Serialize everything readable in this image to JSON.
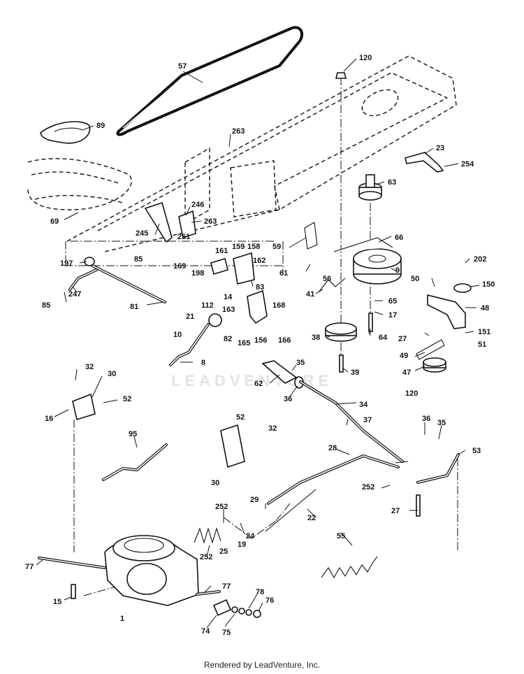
{
  "watermark": "LEADVENTURE",
  "footer": "Rendered by LeadVenture, Inc.",
  "callouts": [
    {
      "id": "57",
      "label": "57"
    },
    {
      "id": "120a",
      "label": "120"
    },
    {
      "id": "89",
      "label": "89"
    },
    {
      "id": "263a",
      "label": "263"
    },
    {
      "id": "23",
      "label": "23"
    },
    {
      "id": "254",
      "label": "254"
    },
    {
      "id": "63",
      "label": "63"
    },
    {
      "id": "69",
      "label": "69"
    },
    {
      "id": "246",
      "label": "246"
    },
    {
      "id": "263b",
      "label": "263"
    },
    {
      "id": "245",
      "label": "245"
    },
    {
      "id": "251",
      "label": "251"
    },
    {
      "id": "59",
      "label": "59"
    },
    {
      "id": "66",
      "label": "66"
    },
    {
      "id": "161",
      "label": "161"
    },
    {
      "id": "159",
      "label": "159"
    },
    {
      "id": "158",
      "label": "158"
    },
    {
      "id": "162",
      "label": "162"
    },
    {
      "id": "197",
      "label": "197"
    },
    {
      "id": "85a",
      "label": "85"
    },
    {
      "id": "169",
      "label": "169"
    },
    {
      "id": "198",
      "label": "198"
    },
    {
      "id": "61",
      "label": "61"
    },
    {
      "id": "56",
      "label": "56"
    },
    {
      "id": "9",
      "label": "9"
    },
    {
      "id": "202",
      "label": "202"
    },
    {
      "id": "50",
      "label": "50"
    },
    {
      "id": "150",
      "label": "150"
    },
    {
      "id": "85b",
      "label": "85"
    },
    {
      "id": "247",
      "label": "247"
    },
    {
      "id": "83",
      "label": "83"
    },
    {
      "id": "14",
      "label": "14"
    },
    {
      "id": "41",
      "label": "41"
    },
    {
      "id": "65",
      "label": "65"
    },
    {
      "id": "48",
      "label": "48"
    },
    {
      "id": "81",
      "label": "81"
    },
    {
      "id": "112",
      "label": "112"
    },
    {
      "id": "163",
      "label": "163"
    },
    {
      "id": "168",
      "label": "168"
    },
    {
      "id": "17",
      "label": "17"
    },
    {
      "id": "21",
      "label": "21"
    },
    {
      "id": "151",
      "label": "151"
    },
    {
      "id": "82",
      "label": "82"
    },
    {
      "id": "165",
      "label": "165"
    },
    {
      "id": "156",
      "label": "156"
    },
    {
      "id": "166",
      "label": "166"
    },
    {
      "id": "38",
      "label": "38"
    },
    {
      "id": "64",
      "label": "64"
    },
    {
      "id": "27a",
      "label": "27"
    },
    {
      "id": "51",
      "label": "51"
    },
    {
      "id": "10",
      "label": "10"
    },
    {
      "id": "49",
      "label": "49"
    },
    {
      "id": "8",
      "label": "8"
    },
    {
      "id": "35a",
      "label": "35"
    },
    {
      "id": "39",
      "label": "39"
    },
    {
      "id": "47",
      "label": "47"
    },
    {
      "id": "32a",
      "label": "32"
    },
    {
      "id": "30a",
      "label": "30"
    },
    {
      "id": "62",
      "label": "62"
    },
    {
      "id": "36a",
      "label": "36"
    },
    {
      "id": "120b",
      "label": "120"
    },
    {
      "id": "52a",
      "label": "52"
    },
    {
      "id": "16",
      "label": "16"
    },
    {
      "id": "34",
      "label": "34"
    },
    {
      "id": "52b",
      "label": "52"
    },
    {
      "id": "37",
      "label": "37"
    },
    {
      "id": "36b",
      "label": "36"
    },
    {
      "id": "35b",
      "label": "35"
    },
    {
      "id": "95",
      "label": "95"
    },
    {
      "id": "32b",
      "label": "32"
    },
    {
      "id": "28",
      "label": "28"
    },
    {
      "id": "53",
      "label": "53"
    },
    {
      "id": "30b",
      "label": "30"
    },
    {
      "id": "252a",
      "label": "252"
    },
    {
      "id": "29",
      "label": "29"
    },
    {
      "id": "27b",
      "label": "27"
    },
    {
      "id": "22",
      "label": "22"
    },
    {
      "id": "252b",
      "label": "252"
    },
    {
      "id": "24",
      "label": "24"
    },
    {
      "id": "19",
      "label": "19"
    },
    {
      "id": "55",
      "label": "55"
    },
    {
      "id": "252c",
      "label": "252"
    },
    {
      "id": "25",
      "label": "25"
    },
    {
      "id": "77a",
      "label": "77"
    },
    {
      "id": "77b",
      "label": "77"
    },
    {
      "id": "15",
      "label": "15"
    },
    {
      "id": "78",
      "label": "78"
    },
    {
      "id": "76",
      "label": "76"
    },
    {
      "id": "1",
      "label": "1"
    },
    {
      "id": "74",
      "label": "74"
    },
    {
      "id": "75",
      "label": "75"
    }
  ]
}
